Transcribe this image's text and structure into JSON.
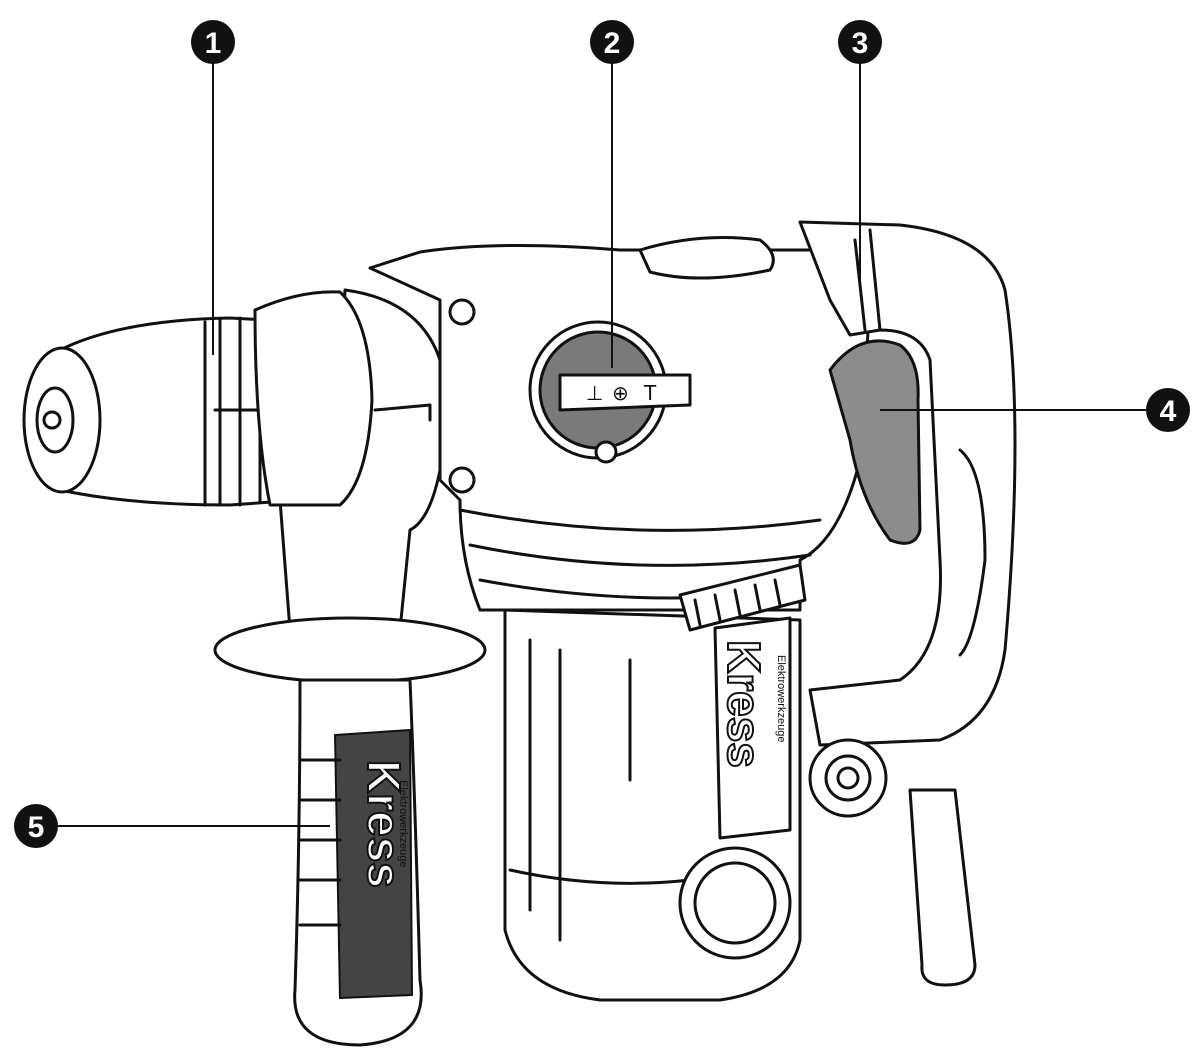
{
  "callouts": [
    {
      "id": 1,
      "label": "1"
    },
    {
      "id": 2,
      "label": "2"
    },
    {
      "id": 3,
      "label": "3"
    },
    {
      "id": 4,
      "label": "4"
    },
    {
      "id": 5,
      "label": "5"
    }
  ],
  "brand": {
    "name": "Kress",
    "tagline": "Elektrowerkzeuge"
  },
  "selector_symbols": {
    "drill": "T",
    "hammer_drill": "⊕",
    "chisel": "⊥"
  },
  "colors": {
    "outline": "#111111",
    "grip_grey": "#8c8c8c",
    "switch_grey": "#7a7a7a",
    "callout_fill": "#111111"
  }
}
